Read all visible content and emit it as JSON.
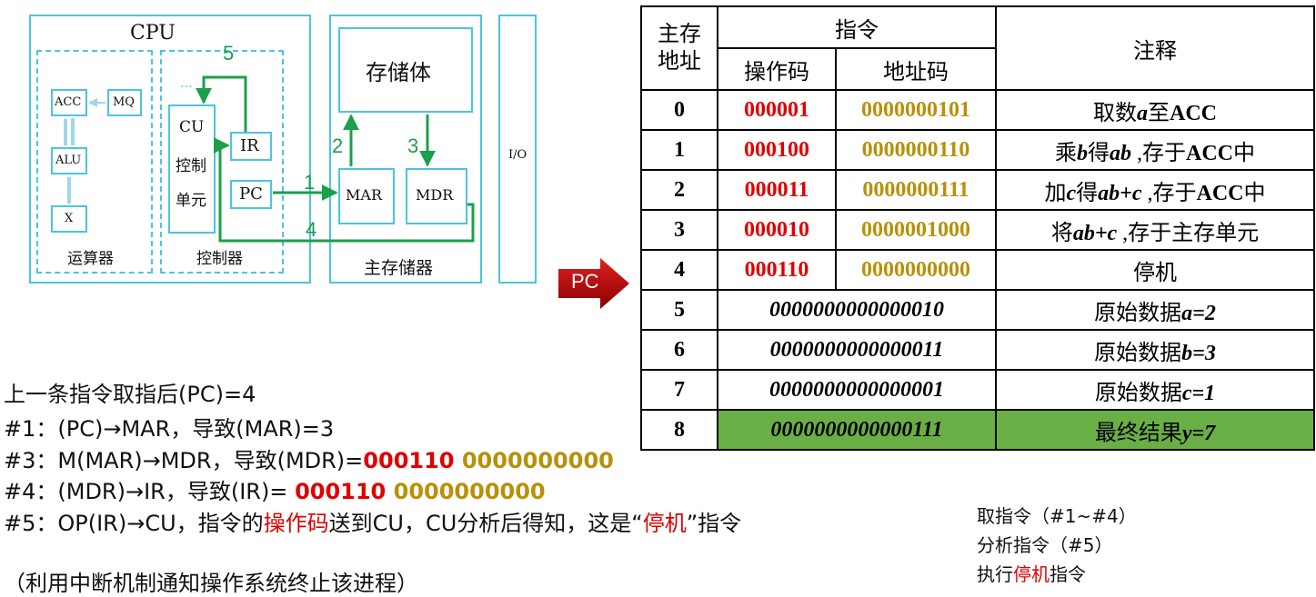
{
  "diagram": {
    "cpu_label": "CPU",
    "acc": "ACC",
    "mq": "MQ",
    "alu": "ALU",
    "x": "X",
    "alu_unit": "运算器",
    "cu_lines": [
      "CU",
      "控制",
      "单元"
    ],
    "ir": "IR",
    "pc": "PC",
    "control_unit": "控制器",
    "storage_body": "存储体",
    "mar": "MAR",
    "mdr": "MDR",
    "main_memory": "主存储器",
    "io": "I/O",
    "dots": "…",
    "steps": [
      "1",
      "2",
      "3",
      "4",
      "5"
    ]
  },
  "pc_arrow": {
    "label": "PC",
    "color": "#c00000",
    "points_to_address": "4"
  },
  "table": {
    "headers": {
      "address": "主存地址",
      "instruction": "指令",
      "opcode": "操作码",
      "operand": "地址码",
      "comment": "注释"
    },
    "rows": [
      {
        "addr": "0",
        "op": "000001",
        "operand": "0000000101",
        "comment": "取数a至ACC"
      },
      {
        "addr": "1",
        "op": "000100",
        "operand": "0000000110",
        "comment": "乘b得ab ,存于ACC中"
      },
      {
        "addr": "2",
        "op": "000011",
        "operand": "0000000111",
        "comment": "加c得ab+c  ,存于ACC中"
      },
      {
        "addr": "3",
        "op": "000010",
        "operand": "0000001000",
        "comment": "将ab+c ,存于主存单元"
      },
      {
        "addr": "4",
        "op": "000110",
        "operand": "0000000000",
        "comment": "停机"
      },
      {
        "addr": "5",
        "data": "0000000000000010",
        "comment": "原始数据a=2"
      },
      {
        "addr": "6",
        "data": "0000000000000011",
        "comment": "原始数据b=3"
      },
      {
        "addr": "7",
        "data": "0000000000000001",
        "comment": "原始数据c=1"
      },
      {
        "addr": "8",
        "data": "0000000000000111",
        "comment": "最终结果y=7"
      }
    ],
    "highlight_color": "#6aaf46"
  },
  "notes": {
    "line0": "上一条指令取指后(PC)=4",
    "line1": "#1：(PC)→MAR，导致(MAR)=3",
    "line3_prefix": "#3：M(MAR)→MDR，导致(MDR)=",
    "line3_op": "000110",
    "line3_addr": " 0000000000",
    "line4_prefix": "#4：(MDR)→IR，导致(IR)= ",
    "line4_op": "000110",
    "line4_addr": " 0000000000",
    "line5_a": "#5：OP(IR)→CU，指令的",
    "line5_b": "操作码",
    "line5_c": "送到CU，CU分析后得知，这是“",
    "line5_d": "停机",
    "line5_e": "”指令",
    "line6": "（利用中断机制通知操作系统终止该进程）"
  },
  "summary": {
    "fetch": "取指令（#1~#4）",
    "analyze": "分析指令（#5）",
    "exec_a": "执行",
    "exec_b": "停机",
    "exec_c": "指令"
  }
}
